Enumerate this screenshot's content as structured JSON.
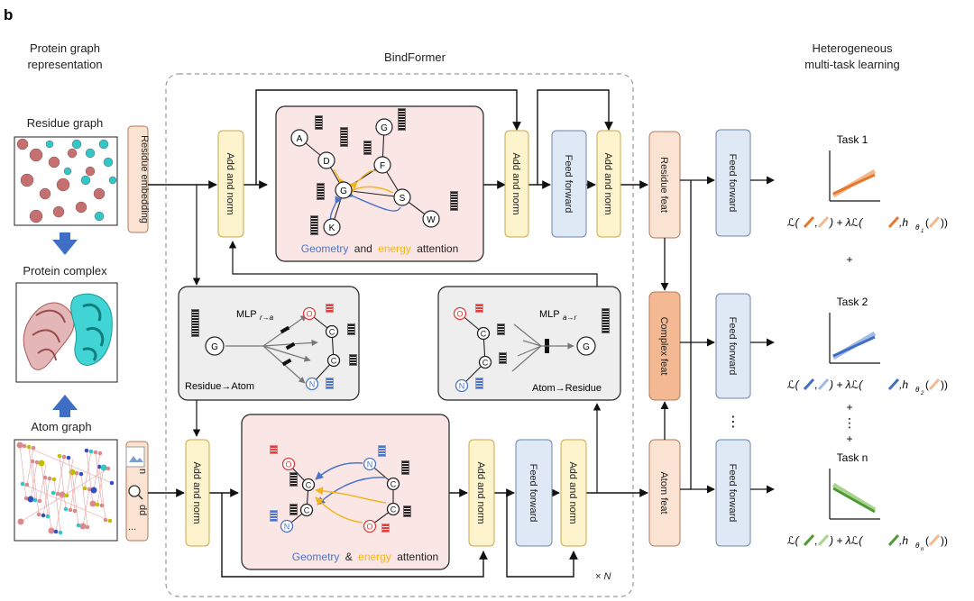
{
  "panel": {
    "letter": "b"
  },
  "left": {
    "title_line1": "Protein graph",
    "title_line2": "representation",
    "residue_graph": "Residue graph",
    "protein_complex": "Protein complex",
    "atom_graph": "Atom graph",
    "residue_embedding": "Residue embedding",
    "atom_embedding_icons": [
      "image-icon",
      "zoom-icon",
      "ellipsis-icon"
    ],
    "atom_embedding_frags": [
      "n",
      "dd"
    ],
    "atom_embedding_more": "..."
  },
  "bindformer": {
    "title": "BindFormer",
    "repeat": "× N",
    "add_norm": "Add and norm",
    "feed_forward": "Feed forward",
    "residue_attention": {
      "geometry": "Geometry",
      "and": "and",
      "energy": "energy",
      "attention": "attention"
    },
    "atom_attention": {
      "geometry": "Geometry",
      "and": "&",
      "energy": "energy",
      "attention": "attention"
    },
    "residue_nodes": [
      "A",
      "D",
      "G",
      "K",
      "F",
      "S",
      "G",
      "W"
    ],
    "res2atom": {
      "mlp": "MLP",
      "sub": "r→a",
      "caption": "Residue→Atom"
    },
    "atom2res": {
      "mlp": "MLP",
      "sub": "a→r",
      "caption": "Atom→Residue"
    },
    "atom_nodes": [
      "O",
      "C",
      "C",
      "N"
    ],
    "graph_node_G": "G"
  },
  "middle": {
    "residue_feat": "Residue feat",
    "complex_feat": "Complex feat",
    "atom_feat": "Atom feat",
    "feed_forward": "Feed forward",
    "vdots": "⋮"
  },
  "right": {
    "title_line1": "Heterogeneous",
    "title_line2": "multi-task learning",
    "tasks": [
      {
        "name": "Task 1",
        "sub": "1",
        "color": "#e8772e",
        "light": "#f3b98c"
      },
      {
        "name": "Task 2",
        "sub": "2",
        "color": "#3f6fc4",
        "light": "#9fbbe8"
      },
      {
        "name": "Task n",
        "sub": "n",
        "color": "#4e9a32",
        "light": "#a8d490"
      }
    ],
    "plus": "+",
    "vdots": "⋮",
    "loss": {
      "L": "ℒ(",
      "mid": ") + λℒ(",
      "h": ",h",
      "theta": "θ",
      "close": "(",
      "end": "))"
    }
  },
  "colors": {
    "add_norm_fill": "#fdf3cd",
    "add_norm_stroke": "#c9a94a",
    "ff_fill": "#dfe8f5",
    "ff_stroke": "#6d86a8",
    "feat_fill": "#fbe3d3",
    "feat_stroke": "#b07a5a",
    "complex_fill": "#f4b993",
    "attn_fill": "#fbe6e6",
    "mlp_fill": "#eeeeee",
    "geometry": "#4b74c8",
    "energy": "#f2b51c",
    "oxygen": "#e23b3b",
    "nitrogen": "#4b74c8"
  }
}
